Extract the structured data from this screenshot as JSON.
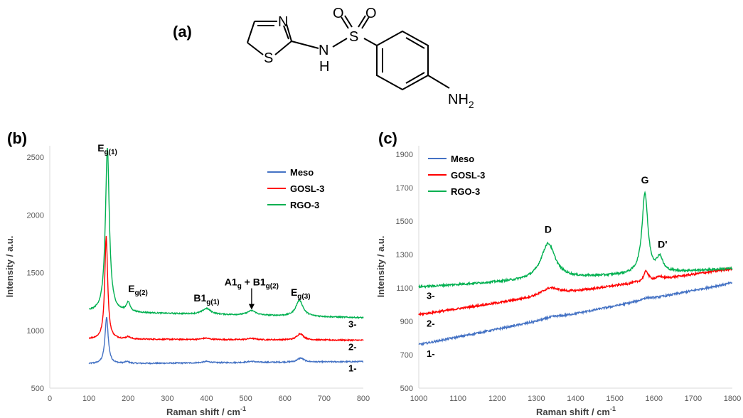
{
  "molecule": {
    "panel_label": "(a)",
    "atoms": {
      "n_ring": "N",
      "s_ring": "S",
      "n_h": "N",
      "h": "H",
      "s_sulfonyl": "S",
      "o1": "O",
      "o2": "O",
      "nh2_main": "NH",
      "nh2_sub": "2"
    }
  },
  "colors": {
    "meso": "#4472C4",
    "gosl": "#FF0000",
    "rgo": "#00B050"
  },
  "chart_data": [
    {
      "type": "line",
      "panel_label": "(b)",
      "xlabel": "Raman shift / cm",
      "xlabel_sup": "-1",
      "ylabel": "Intensity / a.u.",
      "xlim": [
        0,
        800
      ],
      "ylim": [
        500,
        2600
      ],
      "xticks": [
        0,
        100,
        200,
        300,
        400,
        500,
        600,
        700,
        800
      ],
      "yticks": [
        500,
        1000,
        1500,
        2000,
        2500
      ],
      "legend": [
        "Meso",
        "GOSL-3",
        "RGO-3"
      ],
      "legend_position": "top-right",
      "end_labels": [
        "1-",
        "2-",
        "3-"
      ],
      "series": [
        {
          "name": "Meso",
          "x_range": [
            100,
            800
          ],
          "baseline": [
            710,
            730
          ],
          "peaks": [
            [
              145,
              400,
              5
            ],
            [
              197,
              15,
              7
            ],
            [
              400,
              12,
              12
            ],
            [
              515,
              10,
              12
            ],
            [
              640,
              35,
              10
            ]
          ]
        },
        {
          "name": "GOSL-3",
          "x_range": [
            100,
            800
          ],
          "baseline": [
            925,
            915
          ],
          "peaks": [
            [
              144,
              890,
              4.5
            ],
            [
              200,
              20,
              6
            ],
            [
              398,
              12,
              11
            ],
            [
              515,
              12,
              12
            ],
            [
              639,
              55,
              10
            ]
          ]
        },
        {
          "name": "RGO-3",
          "x_range": [
            100,
            800
          ],
          "baseline": [
            1160,
            1110
          ],
          "peaks": [
            [
              147,
              1420,
              6
            ],
            [
              200,
              80,
              6
            ],
            [
              400,
              50,
              13
            ],
            [
              515,
              40,
              13
            ],
            [
              637,
              140,
              11
            ]
          ]
        }
      ],
      "annotations": [
        {
          "main": "E",
          "sub": "g(1)",
          "x": 147,
          "y": 2550
        },
        {
          "main": "E",
          "sub": "g(2)",
          "x": 225,
          "y": 1330
        },
        {
          "main": "B1",
          "sub": "g(1)",
          "x": 400,
          "y": 1250
        },
        {
          "main": "A1",
          "sub": "g",
          "mid": " + B1",
          "sub2": "g(2)",
          "x": 515,
          "y": 1390
        },
        {
          "main": "E",
          "sub": "g(3)",
          "x": 640,
          "y": 1300
        }
      ],
      "arrow": {
        "x": 515,
        "y_from": 1365,
        "y_to": 1180
      }
    },
    {
      "type": "line",
      "panel_label": "(c)",
      "xlabel": "Raman shift / cm",
      "xlabel_sup": "-1",
      "ylabel": "Intensity / a.u.",
      "xlim": [
        1000,
        1800
      ],
      "ylim": [
        500,
        1950
      ],
      "xticks": [
        1000,
        1100,
        1200,
        1300,
        1400,
        1500,
        1600,
        1700,
        1800
      ],
      "yticks": [
        500,
        700,
        900,
        1100,
        1300,
        1500,
        1700,
        1900
      ],
      "legend": [
        "Meso",
        "GOSL-3",
        "RGO-3"
      ],
      "legend_position": "top-left",
      "end_labels": [
        "1-",
        "2-",
        "3-"
      ],
      "series": [
        {
          "name": "Meso",
          "x_range": [
            1000,
            1800
          ],
          "baseline": [
            760,
            1130
          ],
          "peaks": [
            [
              1340,
              10,
              25
            ],
            [
              1580,
              12,
              15
            ]
          ]
        },
        {
          "name": "GOSL-3",
          "x_range": [
            1000,
            1800
          ],
          "baseline": [
            940,
            1215
          ],
          "peaks": [
            [
              1335,
              45,
              28
            ],
            [
              1580,
              60,
              7
            ],
            [
              1615,
              15,
              9
            ]
          ]
        },
        {
          "name": "RGO-3",
          "x_range": [
            1000,
            1800
          ],
          "baseline": [
            1105,
            1215
          ],
          "peaks": [
            [
              1330,
              215,
              22
            ],
            [
              1577,
              480,
              9
            ],
            [
              1615,
              85,
              9
            ]
          ]
        }
      ],
      "annotations": [
        {
          "main": "D",
          "x": 1330,
          "y": 1430
        },
        {
          "main": "G",
          "x": 1577,
          "y": 1725
        },
        {
          "main": "D'",
          "x": 1622,
          "y": 1340
        }
      ]
    }
  ]
}
